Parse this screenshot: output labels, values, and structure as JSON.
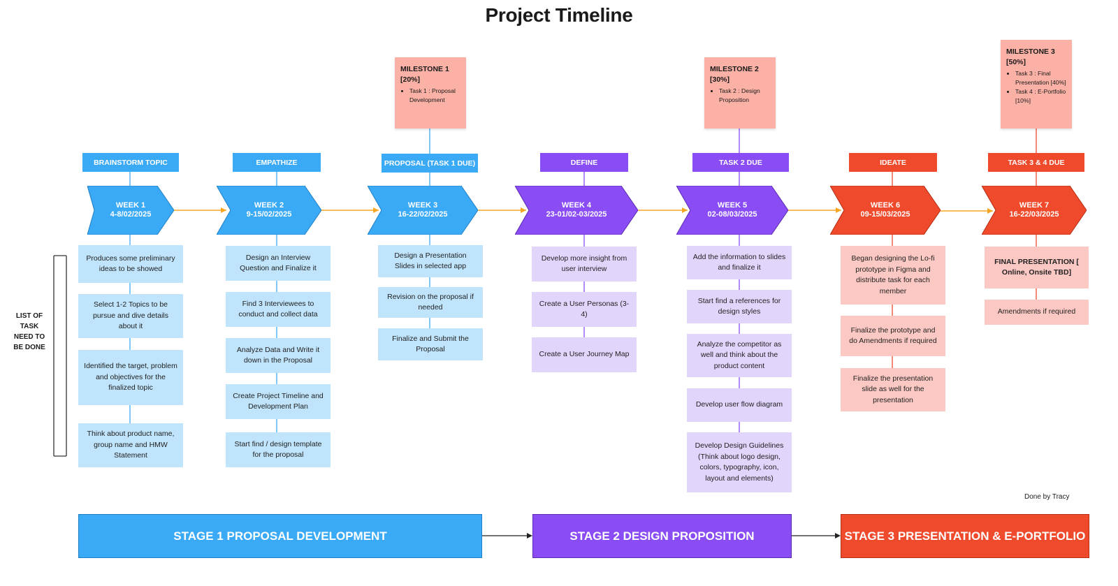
{
  "title": "Project Timeline",
  "side_label": "LIST OF TASK NEED TO BE DONE",
  "credit": "Done by Tracy",
  "colors": {
    "stage1": "#3aaaf7",
    "stage2": "#8a4cf5",
    "stage3": "#ef4a2b",
    "milestone": "#fbb1a5",
    "arrow": "#f5a623",
    "line_blue": "#3aaaf7",
    "line_purple": "#8a4cf5",
    "line_red": "#ef4a2b"
  },
  "labels": [
    "BRAINSTORM TOPIC",
    "EMPATHIZE",
    "PROPOSAL (TASK 1 DUE)",
    "DEFINE",
    "TASK 2 DUE",
    "IDEATE",
    "TASK 3 & 4 DUE"
  ],
  "weeks": [
    {
      "week": "WEEK 1",
      "dates": "4-8/02/2025"
    },
    {
      "week": "WEEK 2",
      "dates": "9-15/02/2025"
    },
    {
      "week": "WEEK 3",
      "dates": "16-22/02/2025"
    },
    {
      "week": "WEEK 4",
      "dates": "23-01/02-03/2025"
    },
    {
      "week": "WEEK 5",
      "dates": "02-08/03/2025"
    },
    {
      "week": "WEEK 6",
      "dates": "09-15/03/2025"
    },
    {
      "week": "WEEK 7",
      "dates": "16-22/03/2025"
    }
  ],
  "milestones": [
    {
      "title": "MILESTONE 1",
      "pct": "[20%]",
      "items": [
        "Task 1 : Proposal Development"
      ]
    },
    {
      "title": "MILESTONE 2",
      "pct": "[30%]",
      "items": [
        "Task 2 : Design Proposition"
      ]
    },
    {
      "title": "MILESTONE 3",
      "pct": "[50%]",
      "items": [
        "Task 3 : Final Presentation [40%]",
        "Task 4 : E-Portfolio [10%]"
      ]
    }
  ],
  "tasks": {
    "week1": [
      "Produces some preliminary ideas to be showed",
      "Select 1-2 Topics to be pursue and dive details about it",
      "Identified the target, problem and objectives for the finalized topic",
      "Think about product name, group name and HMW Statement"
    ],
    "week2": [
      "Design an Interview Question and Finalize it",
      "Find 3 Interviewees to conduct and collect data",
      "Analyze Data and Write it down in the Proposal",
      "Create Project Timeline and Development Plan",
      "Start find / design template for the proposal"
    ],
    "week3": [
      "Design a Presentation Slides in selected app",
      "Revision on the proposal  if needed",
      "Finalize and Submit the Proposal"
    ],
    "week4": [
      "Develop more insight from user interview",
      "Create a User Personas (3-4)",
      "Create a User Journey Map"
    ],
    "week5": [
      "Add the information to slides and finalize it",
      "Start find a references for design styles",
      "Analyze the competitor as well and think about the product content",
      "Develop user flow diagram",
      "Develop Design Guidelines (Think about logo design, colors, typography, icon, layout and elements)"
    ],
    "week6": [
      "Began designing the Lo-fi prototype in Figma and distribute task for each member",
      "Finalize the prototype and do Amendments if required",
      "Finalize the presentation slide as well for the presentation"
    ],
    "week7": [
      "FINAL PRESENTATION [ Online, Onsite TBD]",
      "Amendments if required"
    ]
  },
  "stages": [
    "STAGE 1 PROPOSAL DEVELOPMENT",
    "STAGE 2 DESIGN PROPOSITION",
    "STAGE 3 PRESENTATION & E-PORTFOLIO"
  ]
}
